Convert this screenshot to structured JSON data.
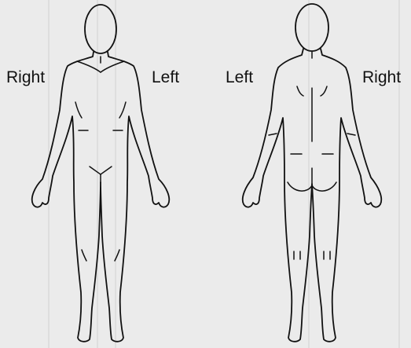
{
  "labels": {
    "front_right": "Right",
    "front_left": "Left",
    "back_left": "Left",
    "back_right": "Right"
  },
  "colors": {
    "background": "#ebebeb",
    "outline": "#111111"
  }
}
